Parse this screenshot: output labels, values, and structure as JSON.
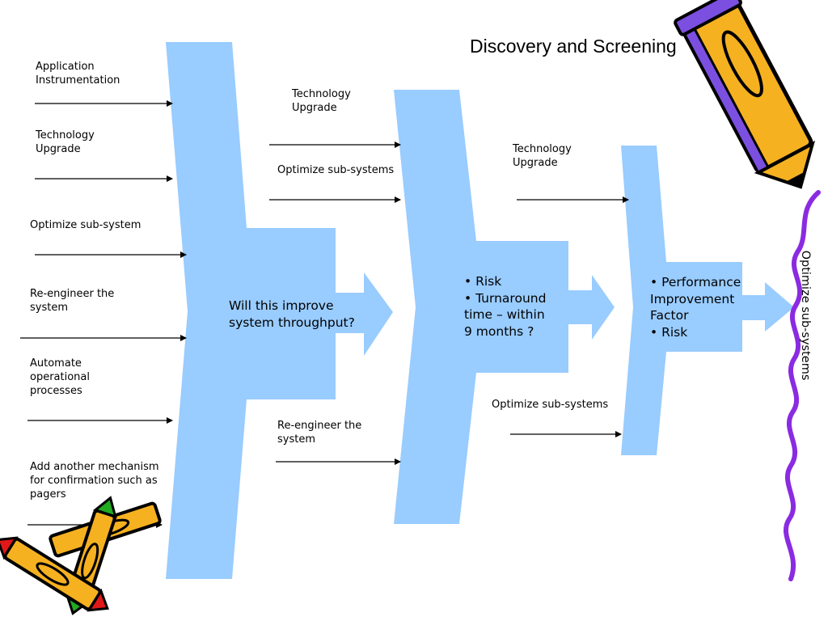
{
  "title": "Discovery and Screening",
  "stage1": {
    "inputs": [
      "Application\nInstrumentation",
      "Technology\nUpgrade",
      "Optimize sub-system",
      "Re-engineer the\nsystem",
      "Automate\noperational\nprocesses",
      "Add another mechanism\nfor confirmation such as\npagers"
    ],
    "question": "Will this improve\nsystem throughput?"
  },
  "stage2": {
    "inputs": [
      "Technology\nUpgrade",
      "Optimize sub-systems",
      "Re-engineer the\nsystem"
    ],
    "criteria": "• Risk\n• Turnaround\n   time – within\n   9 months ?"
  },
  "stage3": {
    "inputs": [
      "Technology\nUpgrade",
      "Optimize sub-systems"
    ],
    "criteria": "• Performance\nImprovement\nFactor\n• Risk"
  },
  "output": "Optimize sub-systems",
  "clipart": [
    "pencil-icon",
    "crayons-icon",
    "squiggle-line"
  ],
  "colors": {
    "funnel": "#99CCFF",
    "pencil_body": "#F5B120",
    "pencil_accent": "#7B4FE0",
    "crayon_green": "#22AA22",
    "crayon_red": "#E01818",
    "squiggle": "#8A2BE2"
  }
}
